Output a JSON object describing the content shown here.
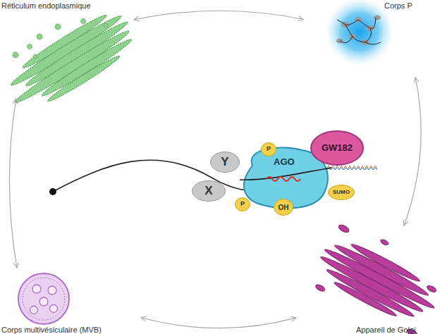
{
  "diagram": {
    "nodes": [
      {
        "text": [
          "Réticulum endoplasmique"
        ]
      },
      {
        "text": [
          "Corps P"
        ]
      },
      {
        "text": [
          "GW182"
        ]
      },
      {
        "text": [
          "P"
        ]
      },
      {
        "text": [
          "Y"
        ]
      },
      {
        "text": [
          "AGO"
        ]
      },
      {
        "text": [
          "X"
        ]
      },
      {
        "text": [
          "SUMO"
        ]
      },
      {
        "text": [
          "P"
        ]
      },
      {
        "text": [
          "OH"
        ]
      },
      {
        "text": [
          "Corps multivésiculaire (MVB)"
        ]
      },
      {
        "text": [
          "Appareil de Golgi"
        ]
      }
    ],
    "edges": [
      {
        "from": 0,
        "to": 1,
        "arrow": "both"
      },
      {
        "from": 1,
        "to": 11,
        "arrow": "both"
      },
      {
        "from": 11,
        "to": 10,
        "arrow": "both"
      },
      {
        "from": 10,
        "to": 0,
        "arrow": "both"
      }
    ],
    "labels": [
      "AAAAAAAAAAAA"
    ]
  }
}
